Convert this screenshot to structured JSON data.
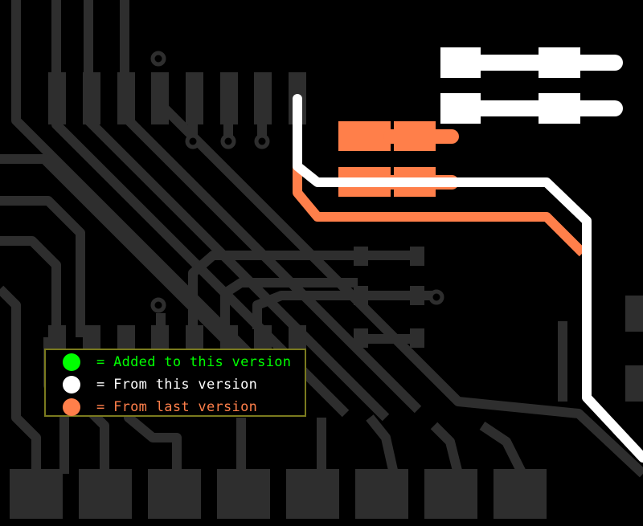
{
  "colors": {
    "background": "#000000",
    "old_trace": "#2e2e2e",
    "from_this_version": "#ffffff",
    "from_last_version": "#ff7f4a",
    "added_to_this_version": "#00ff00",
    "legend_border": "#7a7a1e"
  },
  "legend": {
    "items": [
      {
        "label": "= Added to this version",
        "color": "#00ff00"
      },
      {
        "label": "= From this version",
        "color": "#ffffff"
      },
      {
        "label": "= From last version",
        "color": "#ff7f4a"
      }
    ]
  }
}
